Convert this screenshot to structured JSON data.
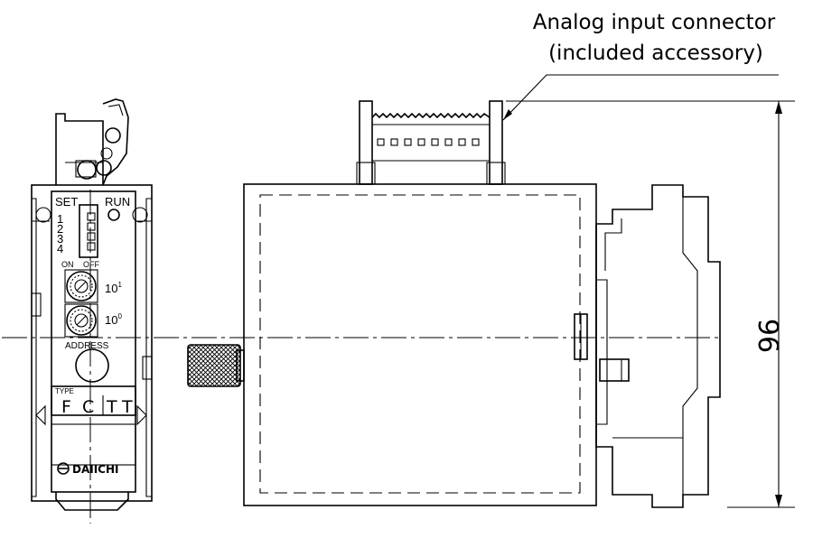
{
  "callout": {
    "line1": "Analog input connector",
    "line2": "(included accessory)"
  },
  "dimension": {
    "value": "96"
  },
  "front_panel": {
    "set_label": "SET",
    "run_label": "RUN",
    "dip_numbers": [
      "1",
      "2",
      "3",
      "4"
    ],
    "on_label": "ON",
    "off_label": "OFF",
    "rotary_tens": "10",
    "rotary_tens_exp": "1",
    "rotary_ones": "10",
    "rotary_ones_exp": "0",
    "address_label": "ADDRESS",
    "type_label": "TYPE",
    "type_letters": [
      "F",
      "C",
      "T",
      "T"
    ],
    "brand": "DAIICHI"
  },
  "icons": [
    "knurled-knob-icon",
    "rotary-switch-icon",
    "dip-switch-icon",
    "brand-logo-icon"
  ]
}
